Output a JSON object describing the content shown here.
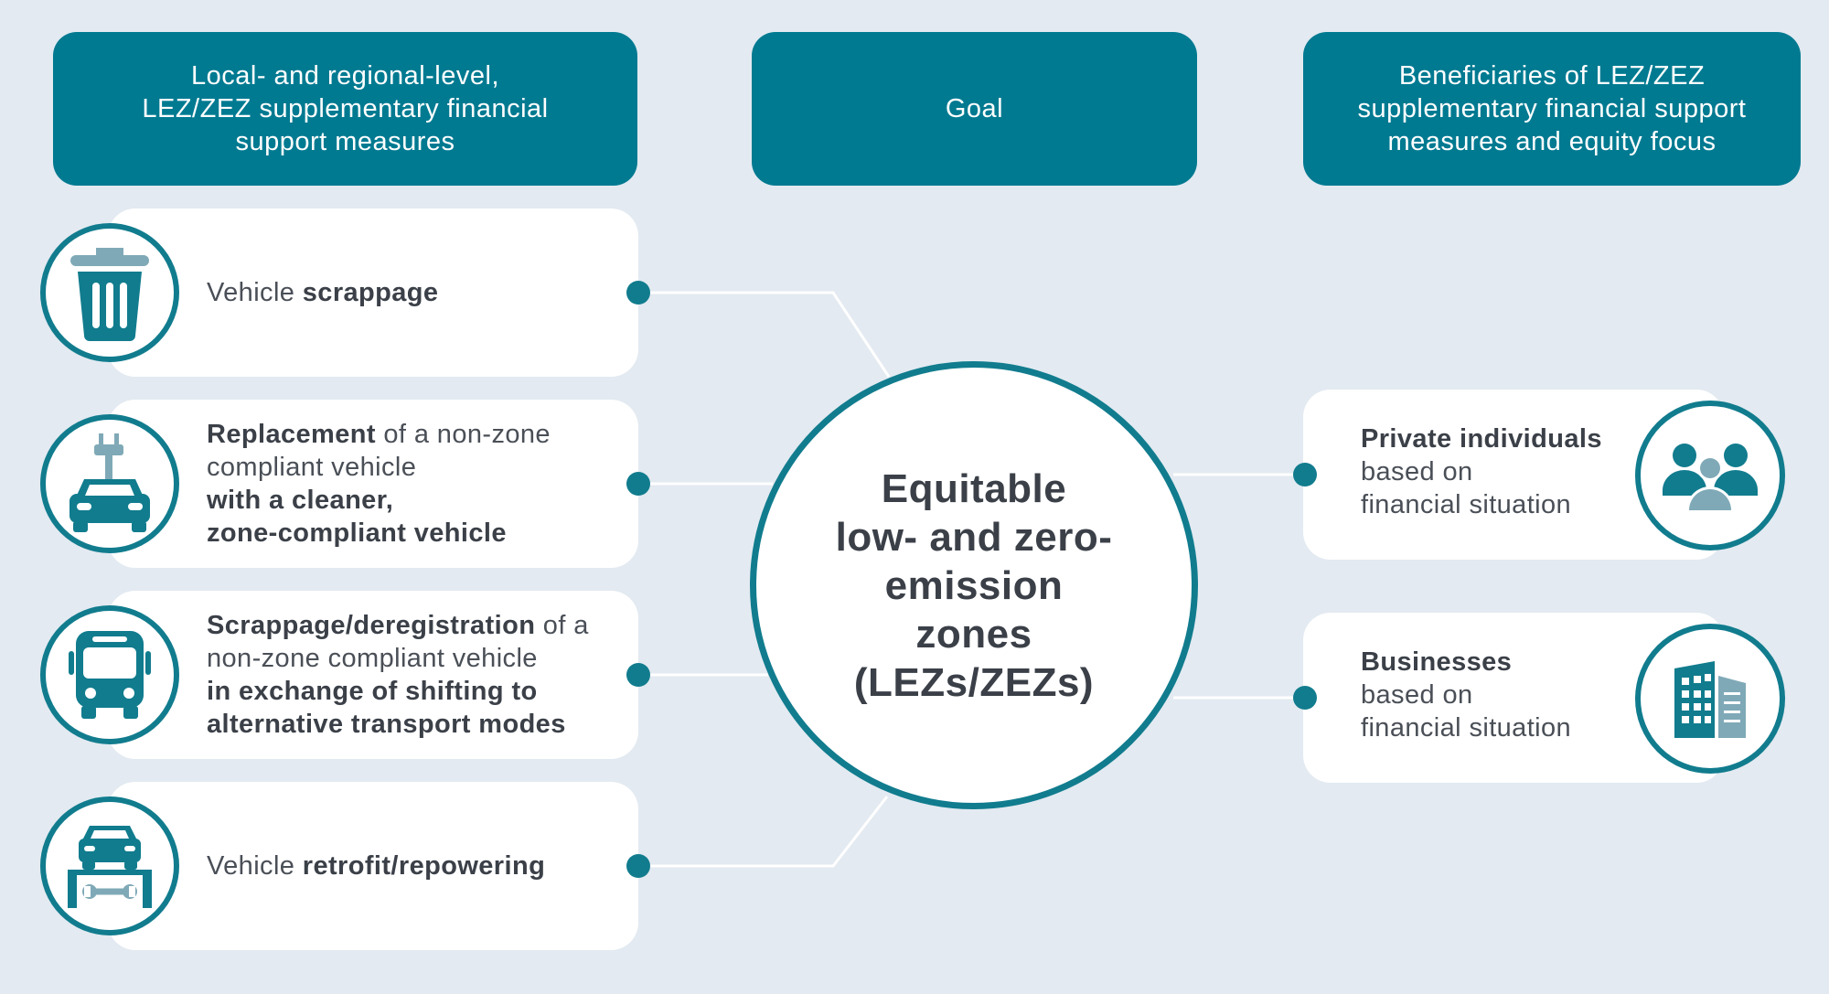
{
  "headers": {
    "left": "Local- and regional-level,\nLEZ/ZEZ supplementary financial\nsupport measures",
    "middle": "Goal",
    "right": "Beneficiaries of LEZ/ZEZ\nsupplementary financial support\nmeasures and equity focus"
  },
  "goal": {
    "text": "Equitable\nlow- and zero-\nemission\nzones\n(LEZs/ZEZs)"
  },
  "measures": [
    {
      "icon": "trash-can-icon",
      "lines": [
        [
          {
            "t": "Vehicle ",
            "b": false
          },
          {
            "t": "scrappage",
            "b": true
          }
        ]
      ]
    },
    {
      "icon": "car-charging-icon",
      "lines": [
        [
          {
            "t": "Replacement",
            "b": true
          },
          {
            "t": " of a non-zone",
            "b": false
          }
        ],
        [
          {
            "t": "compliant vehicle",
            "b": false
          }
        ],
        [
          {
            "t": "with a cleaner,",
            "b": true
          }
        ],
        [
          {
            "t": "zone-compliant vehicle",
            "b": true
          }
        ]
      ]
    },
    {
      "icon": "bus-icon",
      "lines": [
        [
          {
            "t": "Scrappage/deregistration",
            "b": true
          },
          {
            "t": " of a",
            "b": false
          }
        ],
        [
          {
            "t": "non-zone compliant vehicle",
            "b": false
          }
        ],
        [
          {
            "t": "in exchange of shifting to",
            "b": true
          }
        ],
        [
          {
            "t": "alternative transport modes",
            "b": true
          }
        ]
      ]
    },
    {
      "icon": "car-lift-wrench-icon",
      "lines": [
        [
          {
            "t": "Vehicle ",
            "b": false
          },
          {
            "t": "retrofit/repowering",
            "b": true
          }
        ]
      ]
    }
  ],
  "beneficiaries": [
    {
      "icon": "people-group-icon",
      "lines": [
        [
          {
            "t": "Private individuals",
            "b": true
          }
        ],
        [
          {
            "t": "based on",
            "b": false
          }
        ],
        [
          {
            "t": "financial situation",
            "b": false
          }
        ]
      ]
    },
    {
      "icon": "office-building-icon",
      "lines": [
        [
          {
            "t": "Businesses",
            "b": true
          }
        ],
        [
          {
            "t": "based on",
            "b": false
          }
        ],
        [
          {
            "t": "financial situation",
            "b": false
          }
        ]
      ]
    }
  ],
  "colors": {
    "background": "#e3eaf1",
    "teal": "#007a91",
    "accent": "#117c8e",
    "text": "#3b4048"
  }
}
